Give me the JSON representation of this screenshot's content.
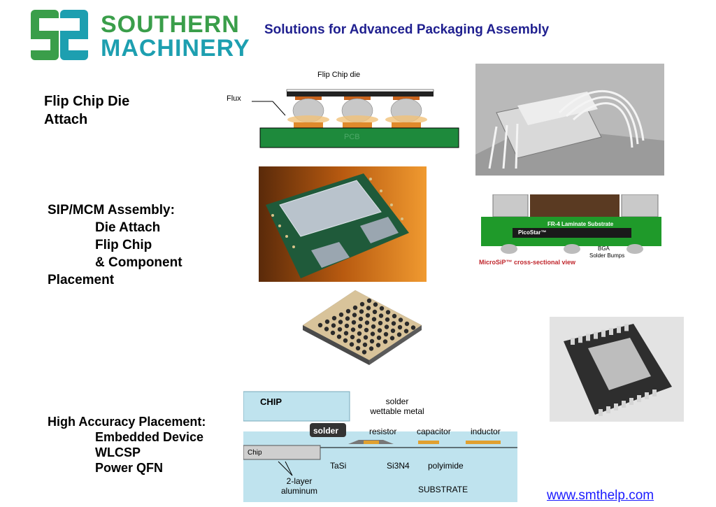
{
  "header": {
    "logo_line1": "SOUTHERN",
    "logo_line2": "MACHINERY",
    "title": "Solutions for Advanced Packaging Assembly"
  },
  "sections": {
    "flipchip": {
      "heading_line1": "Flip Chip Die",
      "heading_line2": "Attach"
    },
    "sip": {
      "heading": "SIP/MCM Assembly:",
      "items": [
        "Die Attach",
        "Flip Chip",
        "& Component"
      ],
      "tail": "Placement"
    },
    "placement": {
      "heading": "High Accuracy Placement:",
      "items": [
        "Embedded Device",
        "WLCSP",
        "Power QFN"
      ]
    }
  },
  "diagram_flipchip": {
    "die_label": "Flip Chip die",
    "flux_label": "Flux",
    "pcb_label": "PCB"
  },
  "diagram_microsip": {
    "laminate": "FR-4 Laminate Substrate",
    "picostar": "PicoStar™",
    "bga": "BGA",
    "bumps": "Solder Bumps",
    "caption": "MicroSiP™ cross-sectional view"
  },
  "diagram_embedded": {
    "chip": "CHIP",
    "solder": "solder",
    "wettable": "solder wettable metal",
    "resistor": "resistor",
    "capacitor": "capacitor",
    "inductor": "inductor",
    "chip_small": "Chip",
    "tasi": "TaSi",
    "sin": "Si3N4",
    "polyimide": "polyimide",
    "aluminum": "2-layer aluminum",
    "substrate": "SUBSTRATE"
  },
  "footer": {
    "url": "www.smthelp.com"
  },
  "colors": {
    "brand_green": "#3a9e4a",
    "brand_teal": "#1d9fb0",
    "title_blue": "#1f1f8f",
    "pcb_green": "#1e8a3c"
  }
}
